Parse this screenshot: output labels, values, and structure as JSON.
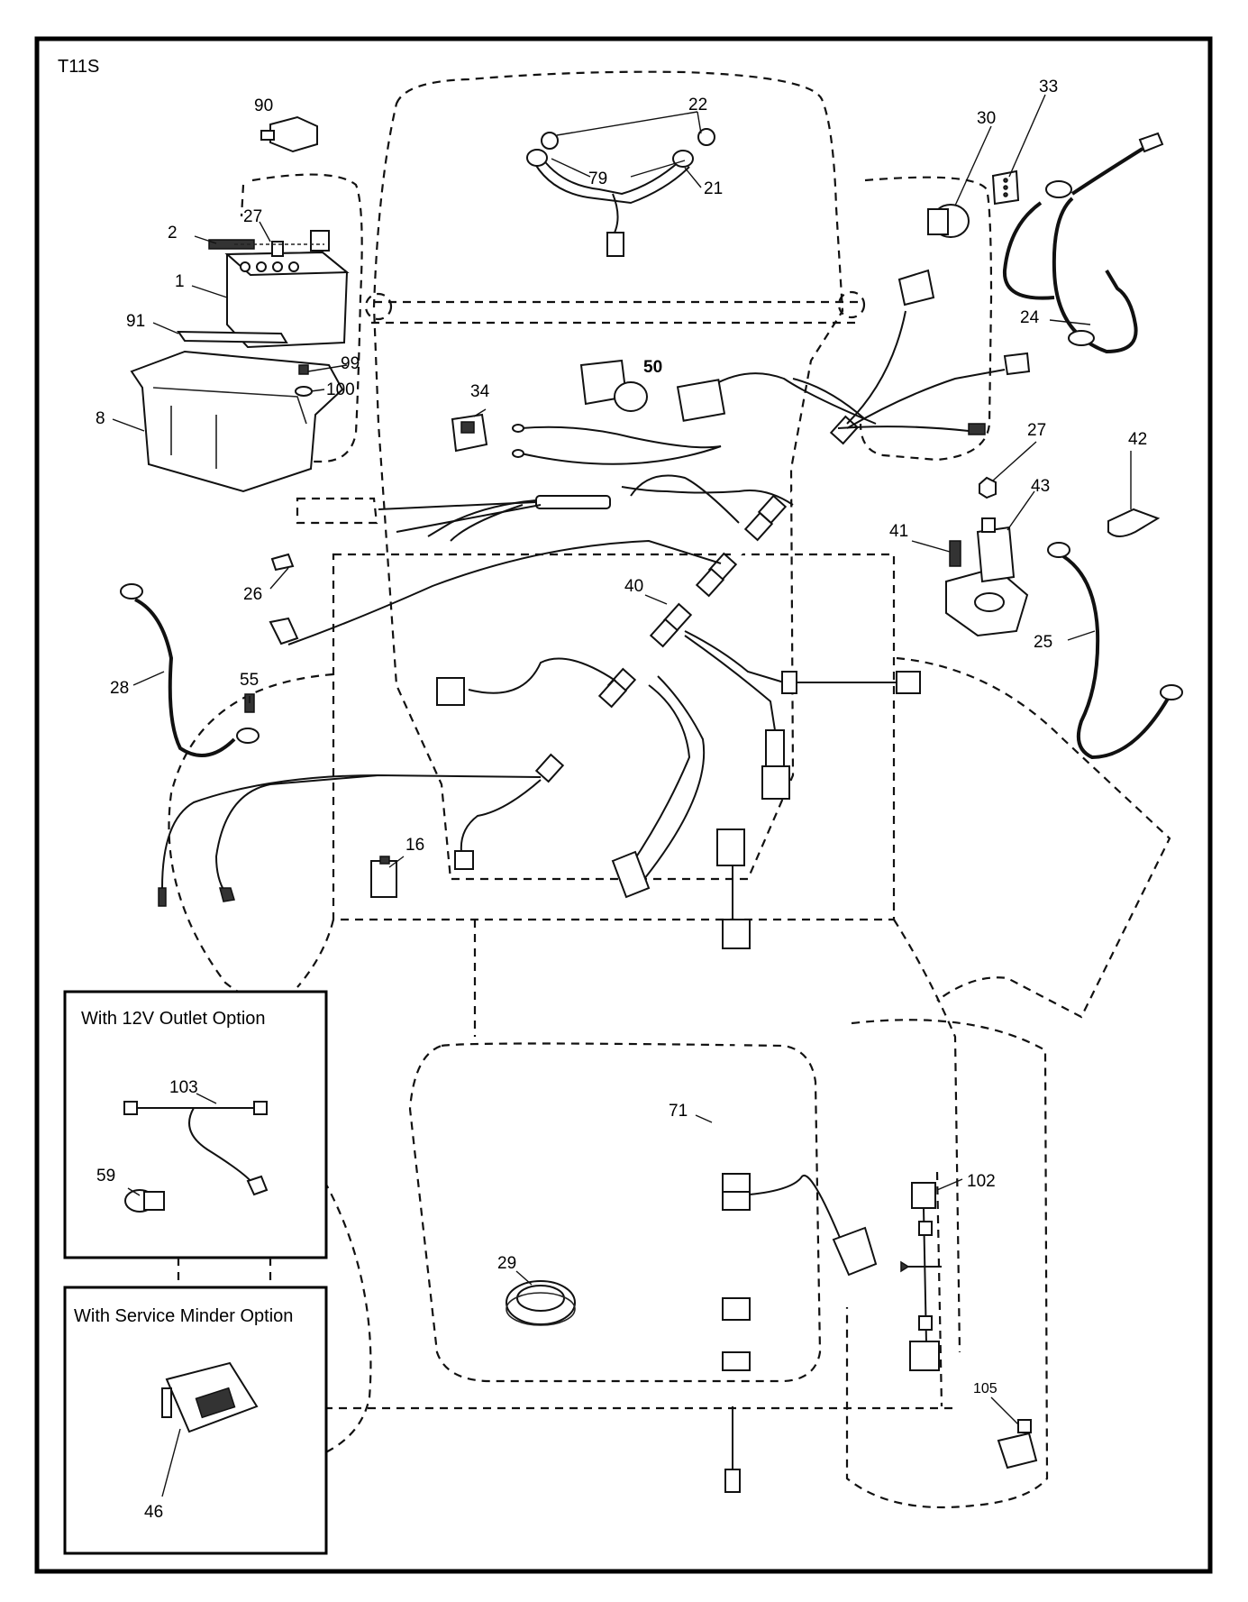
{
  "diagram": {
    "code": "T11S",
    "insets": {
      "outlet_title": "With 12V Outlet Option",
      "service_title": "With Service Minder Option"
    },
    "callouts": {
      "c90": "90",
      "c2": "2",
      "c27a": "27",
      "c1": "1",
      "c91": "91",
      "c99": "99",
      "c100": "100",
      "c8": "8",
      "c22": "22",
      "c79": "79",
      "c21": "21",
      "c30": "30",
      "c33": "33",
      "c24": "24",
      "c50": "50",
      "c34": "34",
      "c27b": "27",
      "c42": "42",
      "c43": "43",
      "c41": "41",
      "c25": "25",
      "c26": "26",
      "c40": "40",
      "c28": "28",
      "c55": "55",
      "c16": "16",
      "c71": "71",
      "c102": "102",
      "c29": "29",
      "c105": "105",
      "c103": "103",
      "c59": "59",
      "c46": "46"
    }
  }
}
